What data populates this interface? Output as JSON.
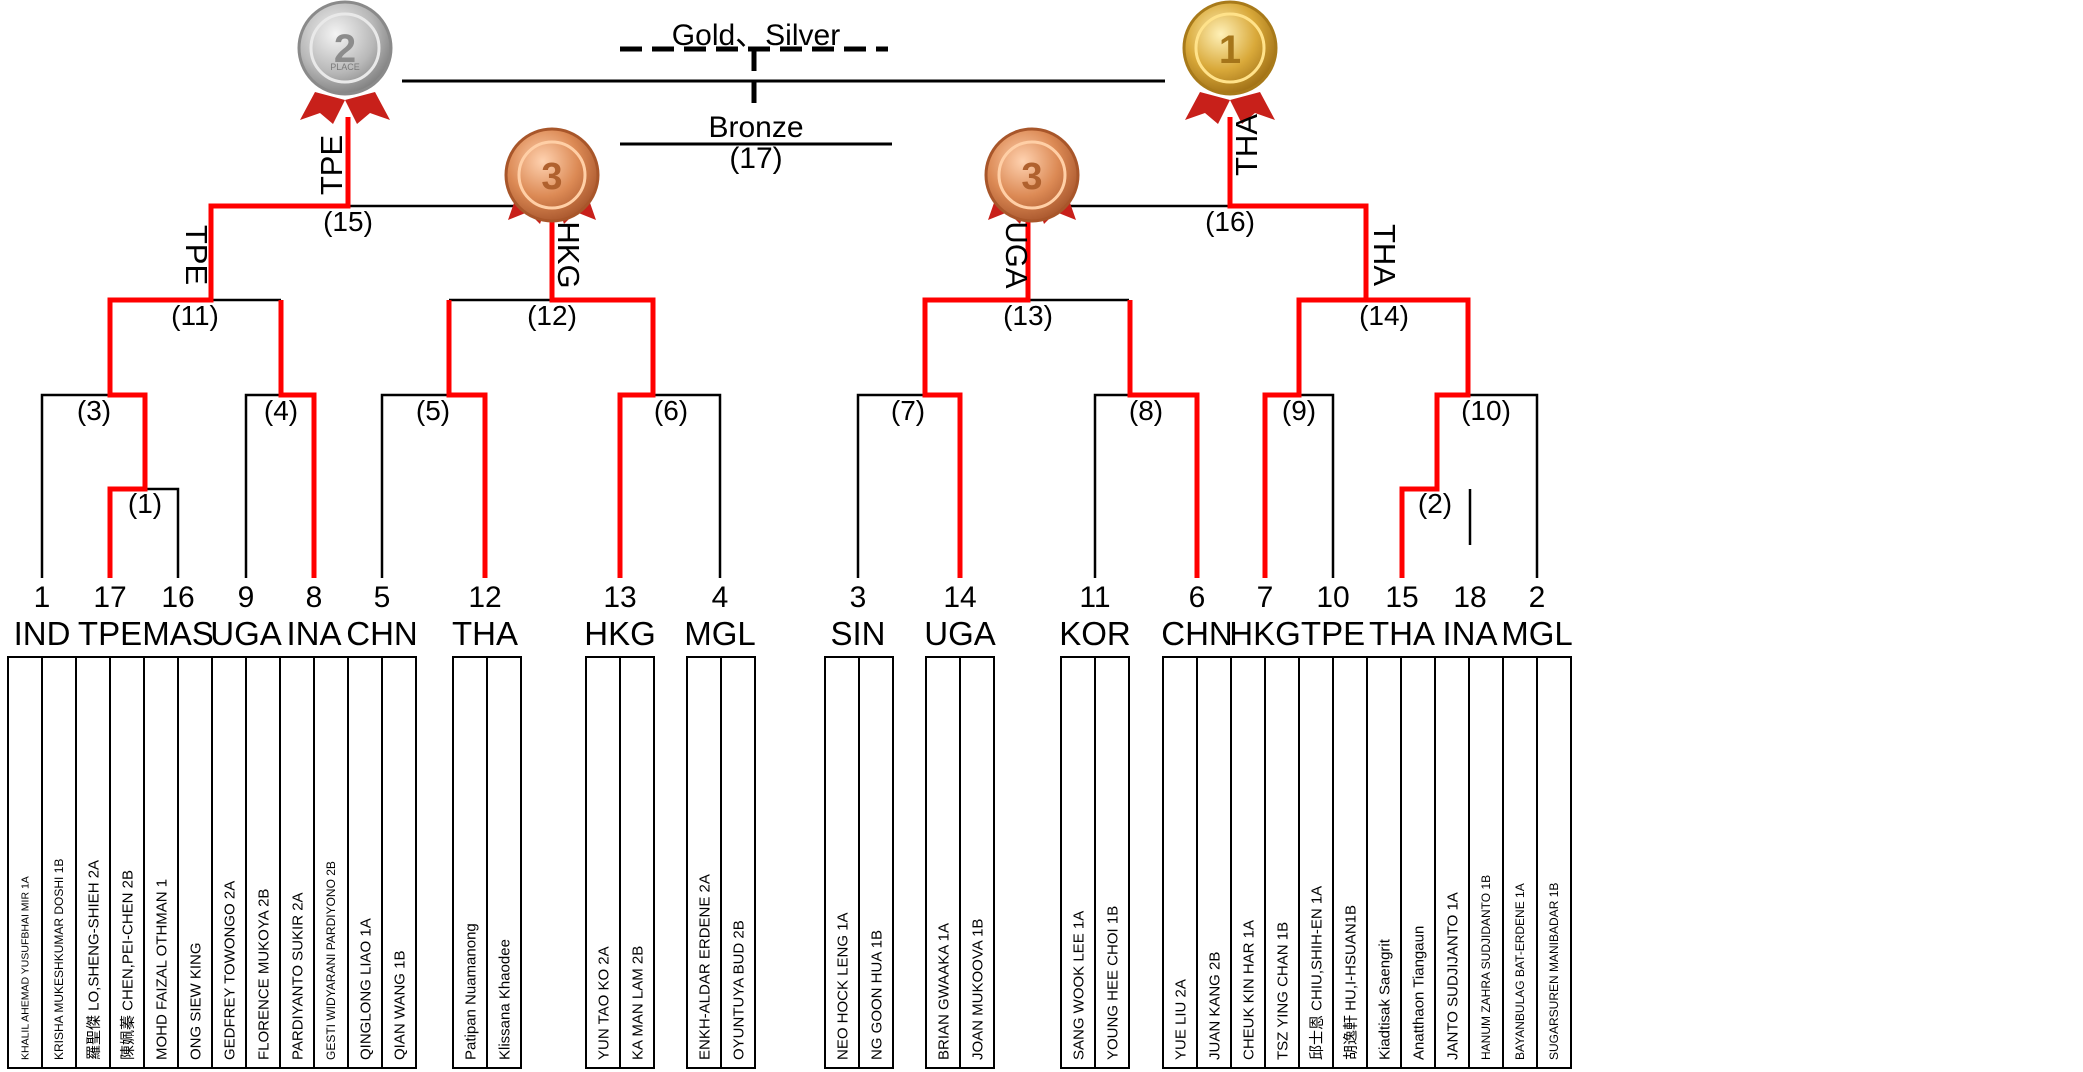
{
  "title": {
    "gold_silver": "Gold、Silver",
    "bronze": "Bronze",
    "bronze_match": "(17)"
  },
  "colors": {
    "winner_line": "#ff0000",
    "line": "#000000",
    "gold": "#d9a93a",
    "silver": "#b0b0b0",
    "bronze": "#d9834f",
    "ribbon": "#d9261c"
  },
  "medals": {
    "silver_rank": "2",
    "gold_rank": "1",
    "bronze_rank": "3",
    "silver_ring_text": "PLACE"
  },
  "winner_labels": {
    "silver": "TPE",
    "gold": "THA",
    "semi_left": "TPE",
    "semi_bronze_left": "HKG",
    "semi_bronze_right": "UGA",
    "semi_right": "THA"
  },
  "matches": [
    "(1)",
    "(2)",
    "(3)",
    "(4)",
    "(5)",
    "(6)",
    "(7)",
    "(8)",
    "(9)",
    "(10)",
    "(11)",
    "(12)",
    "(13)",
    "(14)",
    "(15)",
    "(16)"
  ],
  "entrants": [
    {
      "seed": "1",
      "code": "IND",
      "players": [
        "KHALIL AHEMAD YUSUFBHAI MIR 1A",
        "KRISHA MUKESHKUMAR DOSHI 1B"
      ]
    },
    {
      "seed": "17",
      "code": "TPE",
      "players": [
        "羅聖傑 LO,SHENG-SHIEH 2A",
        "陳姵蓁 CHEN,PEI-CHEN 2B"
      ]
    },
    {
      "seed": "16",
      "code": "MAS",
      "players": [
        "MOHD FAIZAL OTHMAN 1",
        "ONG SIEW KING"
      ]
    },
    {
      "seed": "9",
      "code": "UGA",
      "players": [
        "GEDFREY TOWONGO 2A",
        "FLORENCE MUKOYA 2B"
      ]
    },
    {
      "seed": "8",
      "code": "INA",
      "players": [
        "PARDIYANTO SUKIR 2A",
        "GESTI WIDYARANI PARDIYONO 2B"
      ]
    },
    {
      "seed": "5",
      "code": "CHN",
      "players": [
        "QINGLONG LIAO 1A",
        "QIAN WANG 1B"
      ]
    },
    {
      "seed": "12",
      "code": "THA",
      "players": [
        "Patipan Nuamanong",
        "Klissana Khaodee"
      ]
    },
    {
      "seed": "13",
      "code": "HKG",
      "players": [
        "YUN TAO KO 2A",
        "KA MAN LAM 2B"
      ]
    },
    {
      "seed": "4",
      "code": "MGL",
      "players": [
        "ENKH-ALDAR ERDENE 2A",
        "OYUNTUYA BUD 2B"
      ]
    },
    {
      "seed": "3",
      "code": "SIN",
      "players": [
        "NEO HOCK LENG 1A",
        "NG GOON HUA 1B"
      ]
    },
    {
      "seed": "14",
      "code": "UGA",
      "players": [
        "BRIAN GWAAKA 1A",
        "JOAN MUKOOVA 1B"
      ]
    },
    {
      "seed": "11",
      "code": "KOR",
      "players": [
        "SANG WOOK LEE 1A",
        "YOUNG HEE CHOI 1B"
      ]
    },
    {
      "seed": "6",
      "code": "CHN",
      "players": [
        "YUE LIU 2A",
        "JUAN KANG 2B"
      ]
    },
    {
      "seed": "7",
      "code": "HKG",
      "players": [
        "CHEUK KIN HAR 1A",
        "TSZ YING CHAN 1B"
      ]
    },
    {
      "seed": "10",
      "code": "TPE",
      "players": [
        "邱士恩 CHIU,SHIH-EN 1A",
        "胡逸軒 HU,I-HSUAN1B"
      ]
    },
    {
      "seed": "15",
      "code": "THA",
      "players": [
        "Kiadtisak Saengrit",
        "Anatthaon Tiangaun"
      ]
    },
    {
      "seed": "18",
      "code": "INA",
      "players": [
        "JANTO SUDJIJANTO 1A",
        "HANUM ZAHRA SUDJIDANTO 1B"
      ]
    },
    {
      "seed": "2",
      "code": "MGL",
      "players": [
        "BAYANBULAG BAT-ERDENE 1A",
        "SUGARSUREN MANIBADAR 1B"
      ]
    }
  ]
}
